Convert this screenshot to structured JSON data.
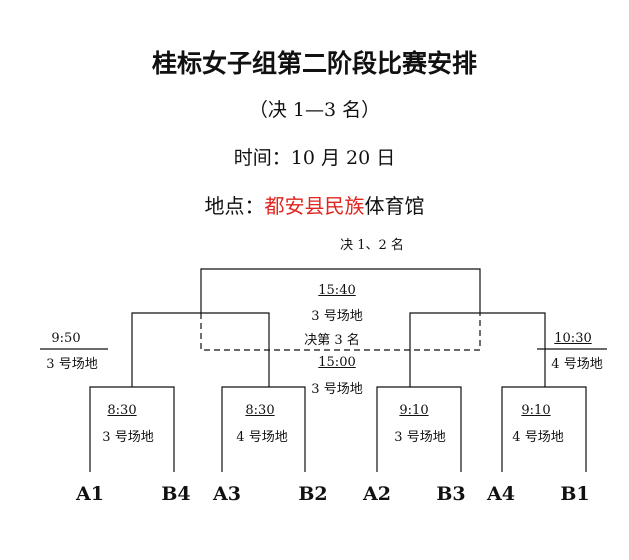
{
  "header": {
    "title": "桂标女子组第二阶段比赛安排",
    "round": "（决 1—3 名）",
    "time": "时间：10 月 20 日",
    "venue_label": "地点：",
    "venue_highlight": "都安县民族",
    "venue_rest": "体育馆"
  },
  "bracket": {
    "final_label": "决 1、2 名",
    "final_time": "15:40",
    "final_court": "3 号场地",
    "third_label": "决第 3 名",
    "third_time": "15:00",
    "third_court": "3 号场地",
    "semi_left": {
      "time": "9:50",
      "court": "3 号场地"
    },
    "semi_right": {
      "time": "10:30",
      "court": "4 号场地"
    },
    "qf": [
      {
        "time": "8:30",
        "court": "3 号场地"
      },
      {
        "time": "8:30",
        "court": "4 号场地"
      },
      {
        "time": "9:10",
        "court": "3 号场地"
      },
      {
        "time": "9:10",
        "court": "4 号场地"
      }
    ],
    "teams": [
      "A1",
      "B4",
      "A3",
      "B2",
      "A2",
      "B3",
      "A4",
      "B1"
    ]
  },
  "colors": {
    "line": "#111111",
    "highlight": "#e0261f"
  }
}
